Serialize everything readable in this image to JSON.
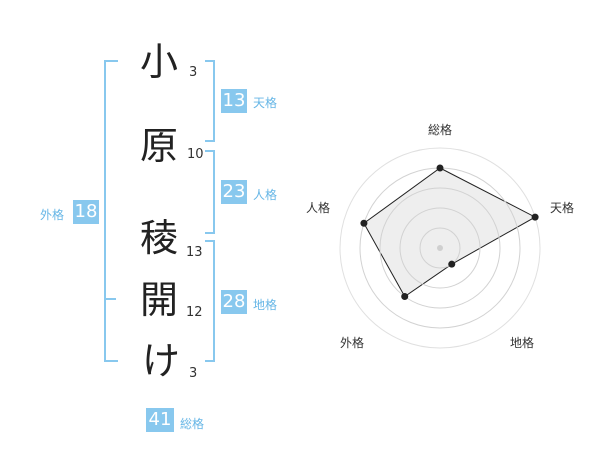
{
  "name": {
    "chars": [
      {
        "char": "小",
        "strokes": "3"
      },
      {
        "char": "原",
        "strokes": "10"
      },
      {
        "char": "稜",
        "strokes": "13"
      },
      {
        "char": "開",
        "strokes": "12"
      },
      {
        "char": "け",
        "strokes": "3"
      }
    ]
  },
  "fortune": {
    "tenkaku": {
      "value": "13",
      "label": "天格"
    },
    "jinkaku": {
      "value": "23",
      "label": "人格"
    },
    "chikaku": {
      "value": "28",
      "label": "地格"
    },
    "gaikaku": {
      "value": "18",
      "label": "外格"
    },
    "soukaku": {
      "value": "41",
      "label": "総格"
    }
  },
  "colors": {
    "accent": "#88c8ee",
    "label": "#66b6e6",
    "radar_fill": "#eeeeee",
    "radar_line": "#222222"
  },
  "chart_data": {
    "type": "radar",
    "axes": [
      "総格",
      "天格",
      "地格",
      "外格",
      "人格"
    ],
    "scale_max": 5,
    "values": [
      4,
      5,
      1,
      3,
      4
    ]
  }
}
